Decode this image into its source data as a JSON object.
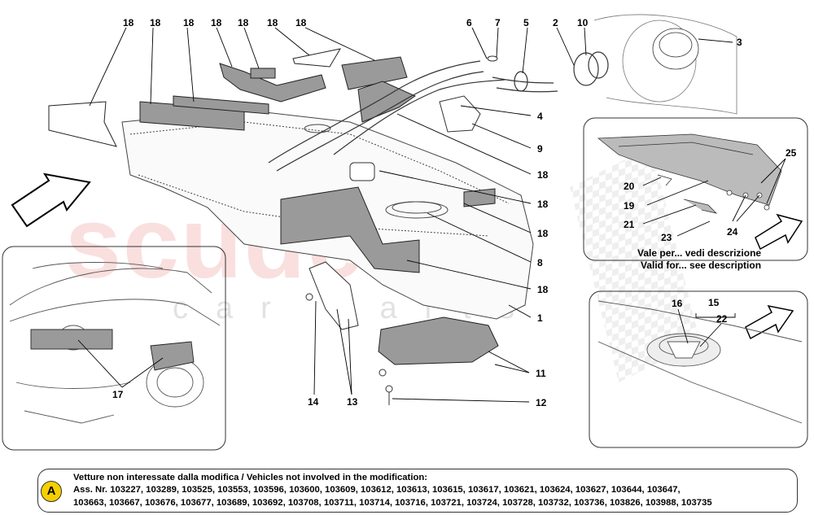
{
  "watermark": {
    "main": "scuderia",
    "sub": "car parts"
  },
  "callouts": [
    "18",
    "18",
    "18",
    "18",
    "18",
    "18",
    "18",
    "6",
    "7",
    "5",
    "2",
    "10",
    "3",
    "4",
    "9",
    "18",
    "18",
    "18",
    "8",
    "18",
    "1",
    "11",
    "12",
    "14",
    "13",
    "17",
    "20",
    "19",
    "21",
    "23",
    "24",
    "25",
    "16",
    "15",
    "22"
  ],
  "inset_caption": {
    "line1": "Vale per... vedi descrizione",
    "line2": "Valid for... see description"
  },
  "note": {
    "badge": "A",
    "line1": "Vetture non interessate dalla modifica / Vehicles not involved in the modification:",
    "line2": "Ass. Nr. 103227, 103289, 103525, 103553, 103596, 103600, 103609, 103612, 103613, 103615, 103617, 103621, 103624, 103627, 103644, 103647,",
    "line3": "103663, 103667, 103676, 103677, 103689, 103692, 103708, 103711, 103714, 103716, 103721, 103724, 103728, 103732, 103736, 103826, 103988, 103735"
  }
}
